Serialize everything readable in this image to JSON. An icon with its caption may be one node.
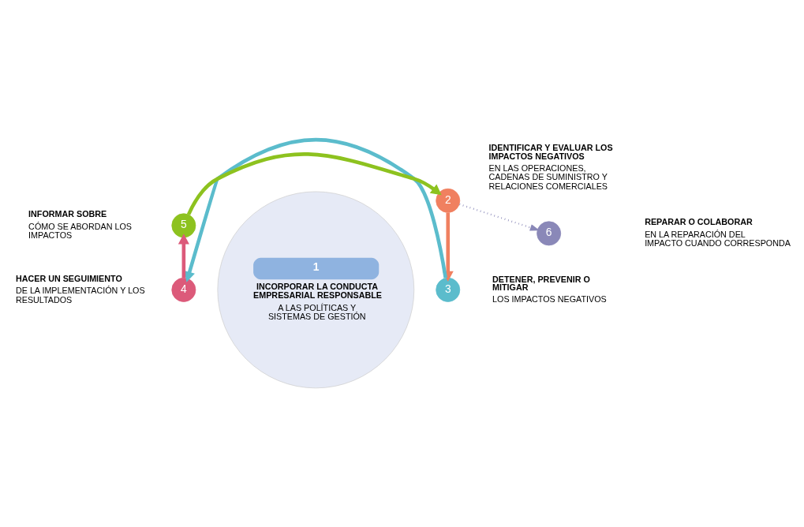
{
  "diagram": {
    "nodes": [
      {
        "text": [
          "1",
          "INCORPORAR LA CONDUCTA EMPRESARIAL RESPONSABLE",
          "A LAS POLÍTICAS Y SISTEMAS DE GESTIÓN"
        ]
      },
      {
        "text": [
          "2"
        ],
        "beside": [
          "IDENTIFICAR Y EVALUAR LOS IMPACTOS NEGATIVOS",
          "EN LAS OPERACIONES, CADENAS DE SUMINISTRO Y RELACIONES COMERCIALES"
        ]
      },
      {
        "text": [
          "3"
        ],
        "beside": [
          "DETENER, PREVENIR O MITIGAR",
          "LOS IMPACTOS NEGATIVOS"
        ]
      },
      {
        "text": [
          "4"
        ],
        "beside": [
          "HACER UN SEGUIMIENTO",
          "DE LA IMPLEMENTACIÓN Y LOS RESULTADOS"
        ]
      },
      {
        "text": [
          "5"
        ],
        "beside": [
          "INFORMAR SOBRE",
          "CÓMO SE ABORDAN LOS IMPACTOS"
        ]
      },
      {
        "text": [
          "6"
        ],
        "beside": [
          "REPARAR O COLABORAR",
          "EN LA REPARACIÓN DEL IMPACTO CUANDO CORRESPONDA"
        ]
      }
    ],
    "edges": [
      {
        "from": 4,
        "to": 1,
        "arrow": "to",
        "color": "#8dc21f"
      },
      {
        "from": 1,
        "to": 2,
        "arrow": "to",
        "color": "#f08060"
      },
      {
        "from": 2,
        "to": 3,
        "arrow": "to",
        "color": "#5bbccc"
      },
      {
        "from": 3,
        "to": 4,
        "arrow": "to",
        "color": "#dc5a7a"
      },
      {
        "from": 1,
        "to": 5,
        "arrow": "to",
        "style": "dashed",
        "color": "#8a88b8"
      }
    ]
  }
}
